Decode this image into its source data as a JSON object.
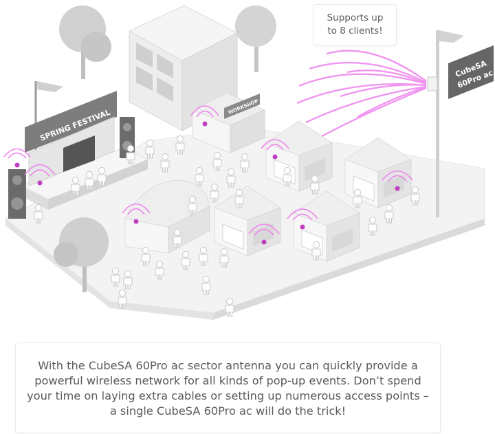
{
  "scene": {
    "festival_sign": "SPRING FESTIVAL",
    "workshop_sign": "WORKSHOP",
    "antenna_flag_lines": [
      "CubeSA",
      "60Pro ac"
    ],
    "accent_color": "#ee82ee",
    "device_color": "#c03fc0"
  },
  "callout": {
    "lines": [
      "Supports up",
      "to 8 clients!"
    ]
  },
  "description": {
    "lines": [
      "With the CubeSA 60Pro ac sector antenna you can quickly provide a",
      "powerful wireless network for all kinds of pop-up events. Don’t spend",
      "your time on laying extra cables or setting up numerous access points –",
      "a single CubeSA 60Pro ac will do the trick!"
    ]
  }
}
